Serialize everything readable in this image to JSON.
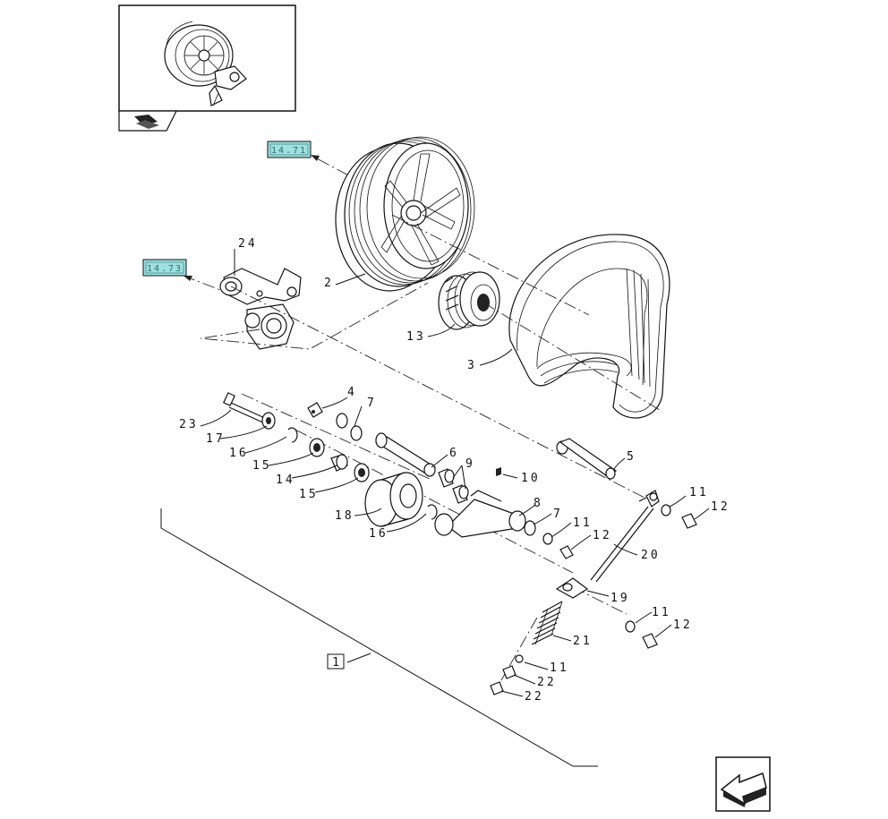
{
  "references": [
    {
      "id": "ref-14-71",
      "label": "14.71"
    },
    {
      "id": "ref-14-73",
      "label": "14.73"
    }
  ],
  "parts": [
    {
      "id": "p24",
      "label": "24"
    },
    {
      "id": "p2",
      "label": "2"
    },
    {
      "id": "p13",
      "label": "13"
    },
    {
      "id": "p3",
      "label": "3"
    },
    {
      "id": "p4",
      "label": "4"
    },
    {
      "id": "p7a",
      "label": "7"
    },
    {
      "id": "p23",
      "label": "23"
    },
    {
      "id": "p17",
      "label": "17"
    },
    {
      "id": "p16a",
      "label": "16"
    },
    {
      "id": "p15a",
      "label": "15"
    },
    {
      "id": "p14",
      "label": "14"
    },
    {
      "id": "p6",
      "label": "6"
    },
    {
      "id": "p9",
      "label": "9"
    },
    {
      "id": "p10",
      "label": "10"
    },
    {
      "id": "p15b",
      "label": "15"
    },
    {
      "id": "p18",
      "label": "18"
    },
    {
      "id": "p8",
      "label": "8"
    },
    {
      "id": "p7b",
      "label": "7"
    },
    {
      "id": "p16b",
      "label": "16"
    },
    {
      "id": "p11a",
      "label": "11"
    },
    {
      "id": "p12a",
      "label": "12"
    },
    {
      "id": "p5",
      "label": "5"
    },
    {
      "id": "p11b",
      "label": "11"
    },
    {
      "id": "p12b",
      "label": "12"
    },
    {
      "id": "p20",
      "label": "20"
    },
    {
      "id": "p19",
      "label": "19"
    },
    {
      "id": "p11c",
      "label": "11"
    },
    {
      "id": "p12c",
      "label": "12"
    },
    {
      "id": "p21",
      "label": "21"
    },
    {
      "id": "p11d",
      "label": "11"
    },
    {
      "id": "p22a",
      "label": "22"
    },
    {
      "id": "p22b",
      "label": "22"
    }
  ],
  "assembly_label": "1",
  "icons": {
    "thumbnail": "assembly-thumbnail-icon",
    "group": "book-stack-icon",
    "nav": "back-arrow-icon"
  }
}
